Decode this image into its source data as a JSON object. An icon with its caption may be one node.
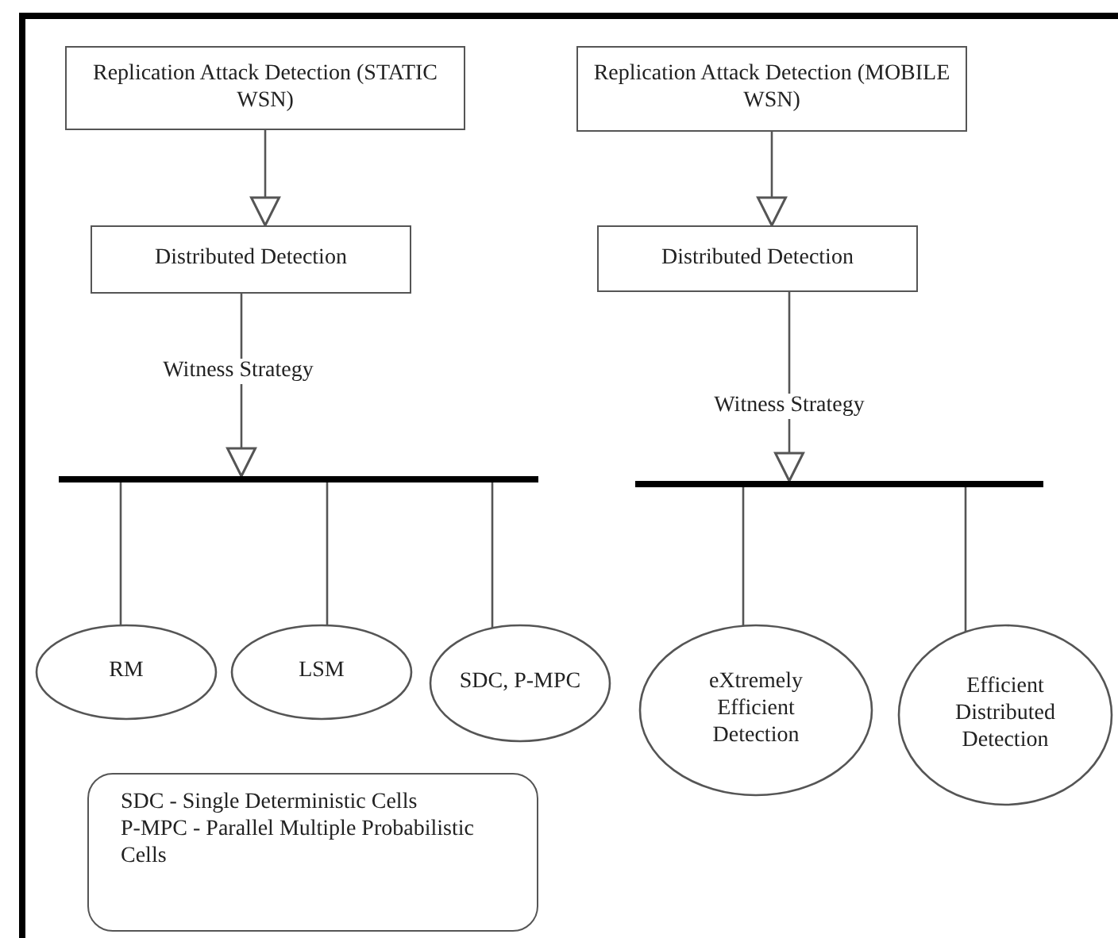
{
  "diagram": {
    "nodes": [
      {
        "text": [
          "Replication Attack Detection (STATIC WSN)"
        ]
      },
      {
        "text": [
          "Replication Attack Detection (MOBILE WSN)"
        ]
      },
      {
        "text": [
          "Distributed Detection"
        ]
      },
      {
        "text": [
          "Distributed Detection"
        ]
      },
      {
        "text": [],
        "shape": "bar"
      },
      {
        "text": [],
        "shape": "bar"
      },
      {
        "text": [
          "RM"
        ]
      },
      {
        "text": [
          "LSM"
        ]
      },
      {
        "text": [
          "SDC, P-MPC"
        ]
      },
      {
        "text": [
          "eXtremely Efficient Detection"
        ]
      },
      {
        "text": [
          "Efficient Distributed Detection"
        ]
      },
      {
        "text": [
          "SDC - Single Deterministic Cells",
          "P-MPC - Parallel Multiple Probabilistic Cells"
        ]
      }
    ],
    "edges": [
      {
        "from": 0,
        "to": 2,
        "arrow": "to"
      },
      {
        "from": 1,
        "to": 3,
        "arrow": "to"
      },
      {
        "from": 2,
        "to": 4,
        "arrow": "to",
        "label": "Witness Strategy"
      },
      {
        "from": 3,
        "to": 5,
        "arrow": "to",
        "label": "Witness Strategy"
      },
      {
        "from": 4,
        "to": 6,
        "arrow": "none"
      },
      {
        "from": 4,
        "to": 7,
        "arrow": "none"
      },
      {
        "from": 4,
        "to": 8,
        "arrow": "none"
      },
      {
        "from": 5,
        "to": 9,
        "arrow": "none"
      },
      {
        "from": 5,
        "to": 10,
        "arrow": "none"
      }
    ]
  }
}
